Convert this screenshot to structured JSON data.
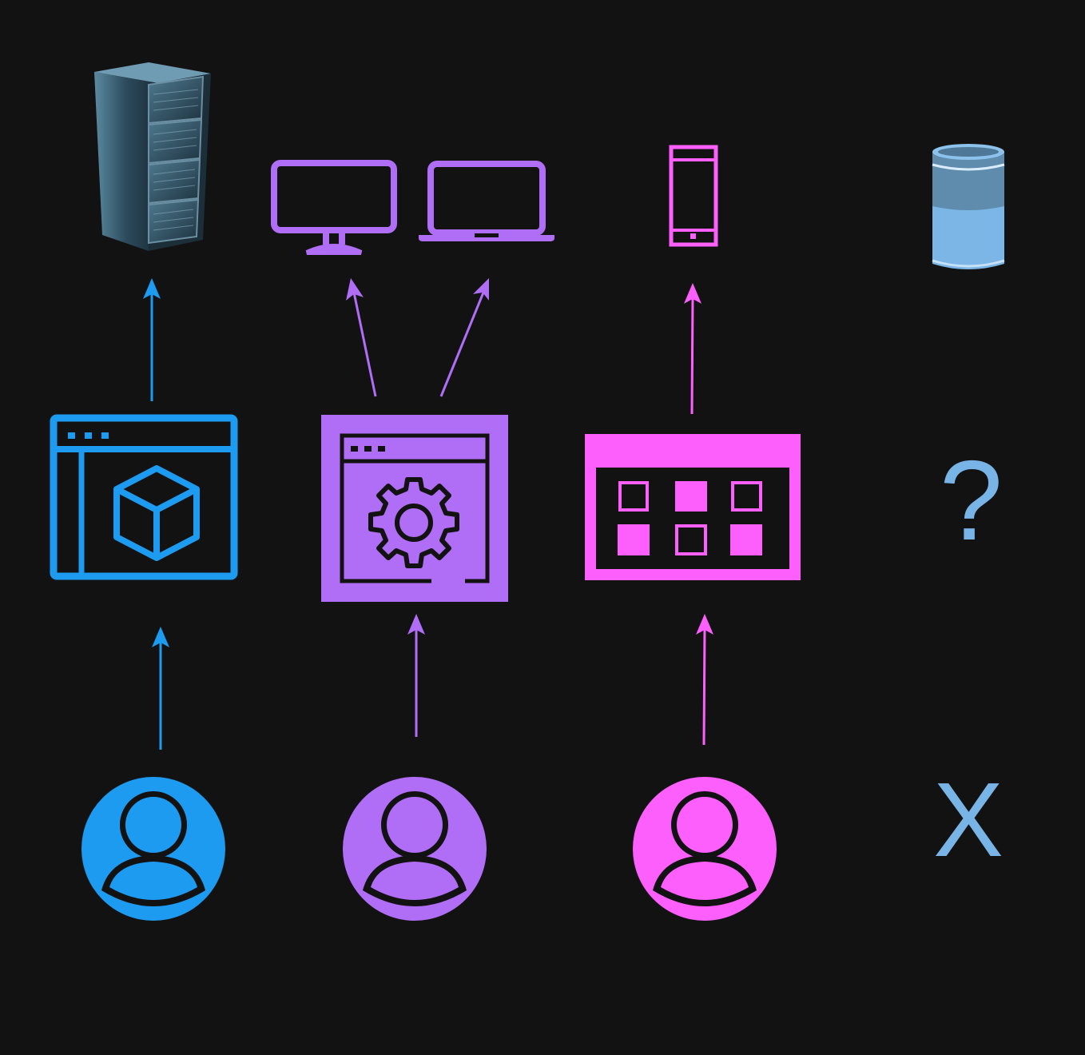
{
  "colors": {
    "background": "#121213",
    "blue": "#1d9bf0",
    "purple": "#b06df5",
    "pink": "#fd5ffd",
    "light_blue": "#78b4e6",
    "server_metal": "#3c5f72"
  },
  "legend": {
    "question_mark": "?",
    "x_mark": "X"
  },
  "nodes": {
    "server": {
      "icon": "server-rack-icon"
    },
    "desktop": {
      "icon": "desktop-monitor-icon"
    },
    "laptop": {
      "icon": "laptop-icon"
    },
    "phone": {
      "icon": "smartphone-icon"
    },
    "database": {
      "icon": "database-cylinder-icon"
    },
    "web_app": {
      "icon": "browser-cube-icon"
    },
    "settings_app": {
      "icon": "browser-gear-icon"
    },
    "mobile_app": {
      "icon": "app-grid-icon"
    },
    "user_blue": {
      "icon": "user-avatar-icon"
    },
    "user_purple": {
      "icon": "user-avatar-icon"
    },
    "user_pink": {
      "icon": "user-avatar-icon"
    }
  },
  "edges": [
    {
      "from": "user_blue",
      "to": "web_app"
    },
    {
      "from": "user_purple",
      "to": "settings_app"
    },
    {
      "from": "user_pink",
      "to": "mobile_app"
    },
    {
      "from": "web_app",
      "to": "server"
    },
    {
      "from": "settings_app",
      "to": "desktop"
    },
    {
      "from": "settings_app",
      "to": "laptop"
    },
    {
      "from": "mobile_app",
      "to": "phone"
    }
  ]
}
